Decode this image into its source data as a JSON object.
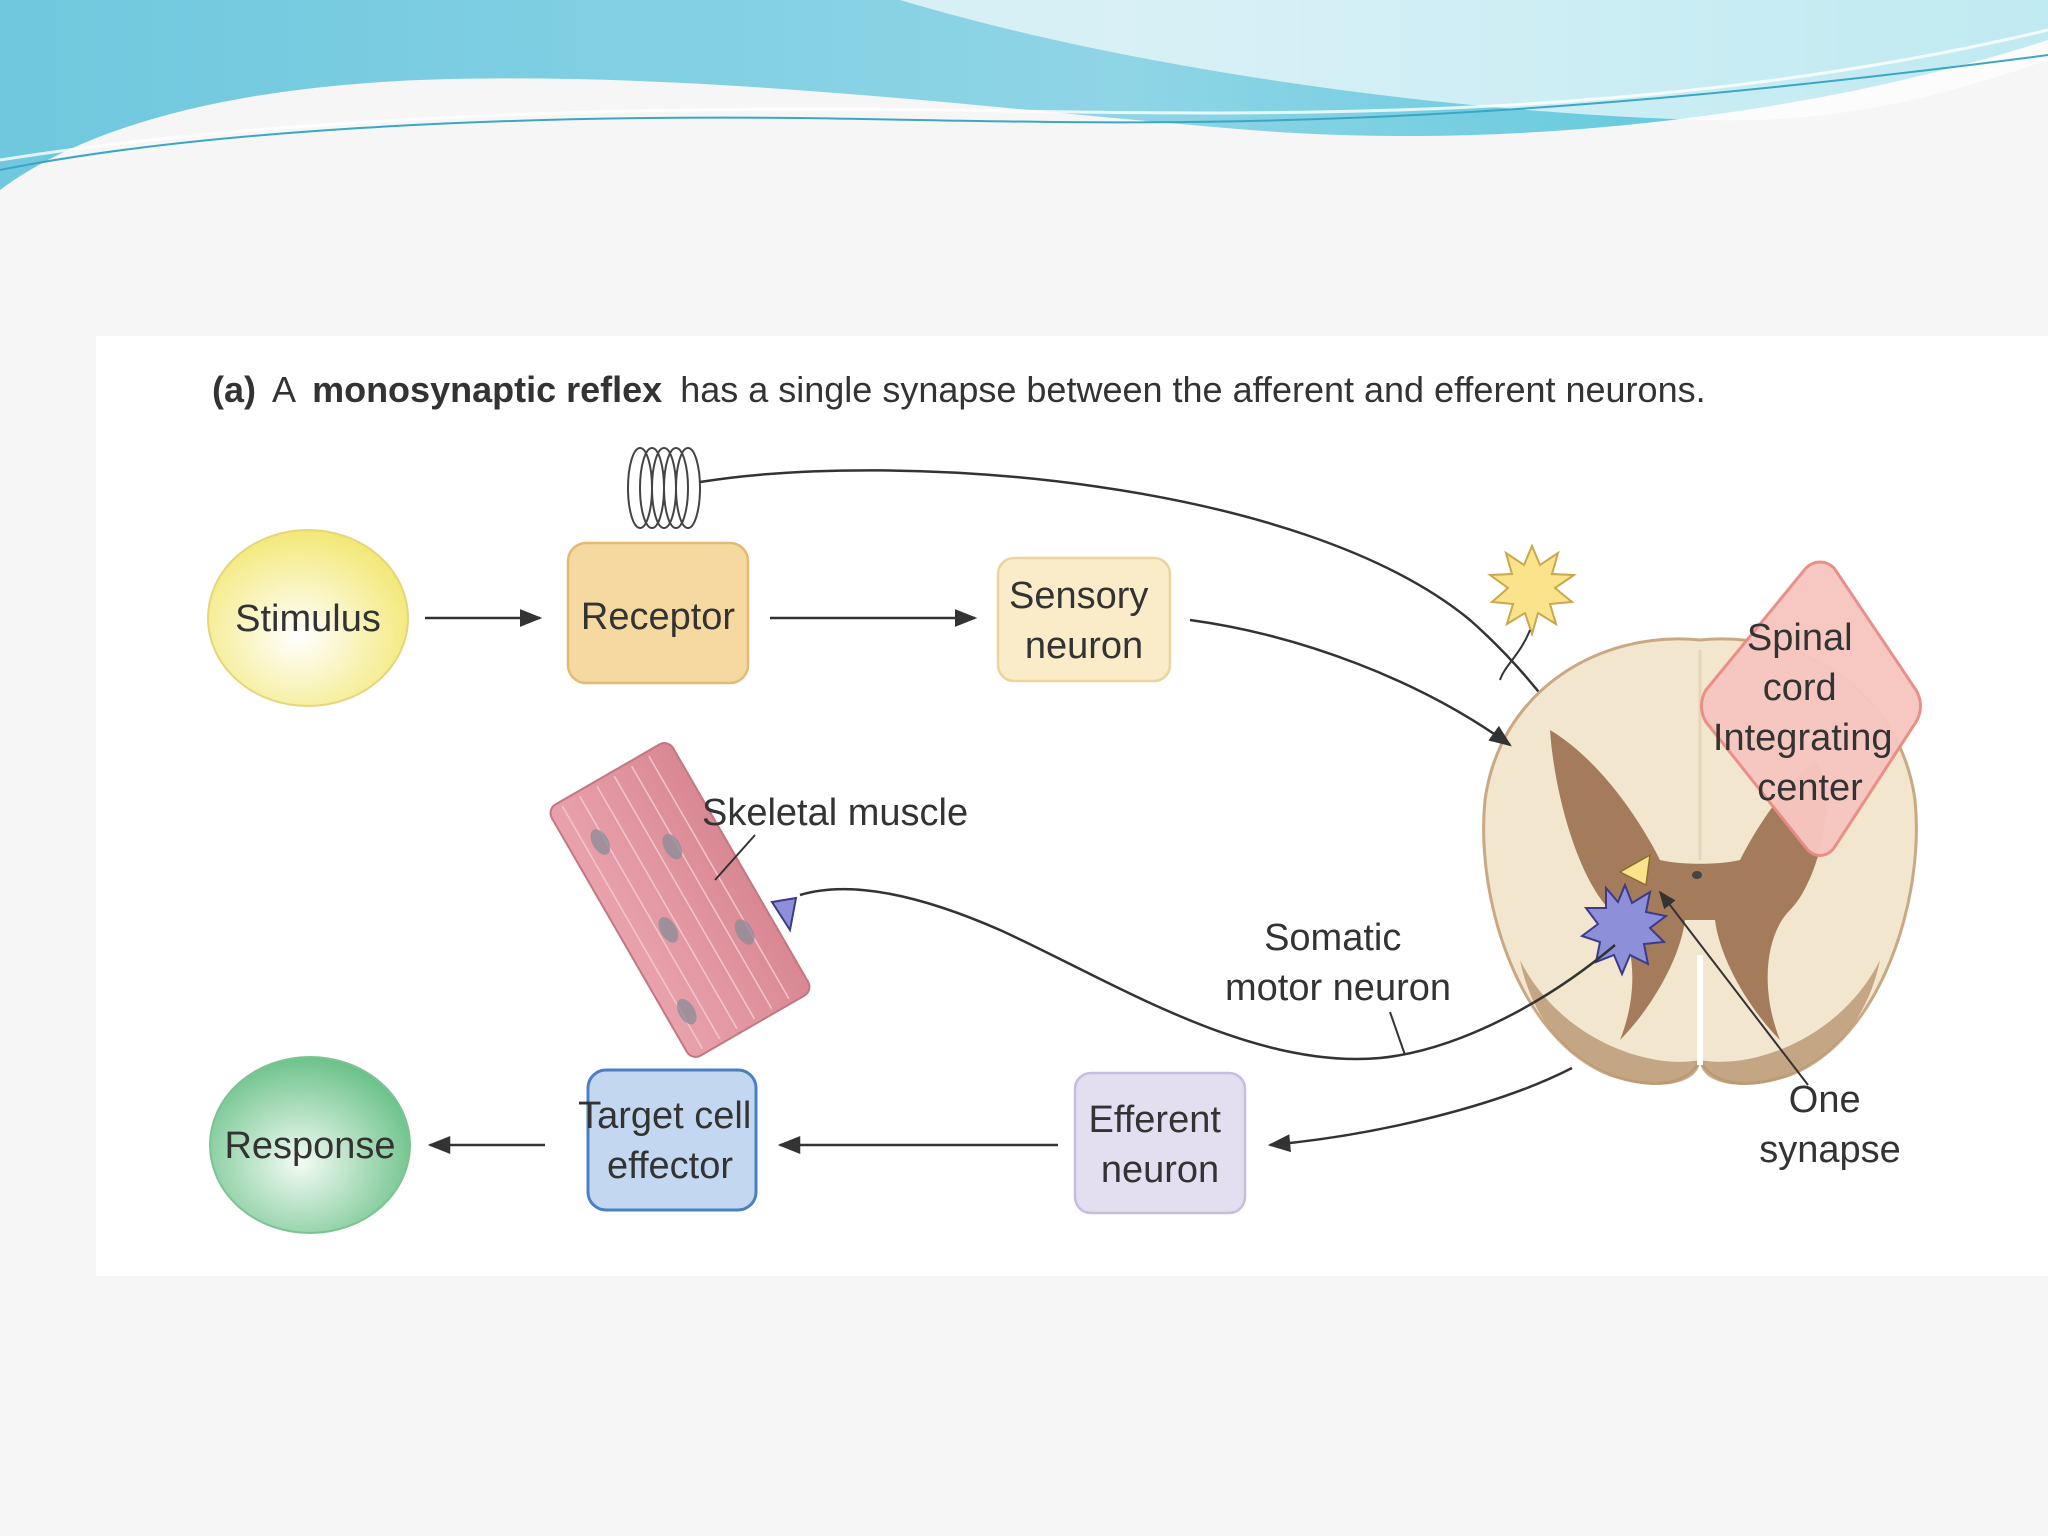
{
  "caption": {
    "prefix": "(a)",
    "lead": "A",
    "bold": "monosynaptic reflex",
    "rest": "has a single synapse between the afferent and efferent neurons."
  },
  "nodes": {
    "stimulus": "Stimulus",
    "receptor": "Receptor",
    "sensory_neuron": [
      "Sensory",
      "neuron"
    ],
    "spinal_cord": [
      "Spinal",
      "cord",
      "Integrating",
      "center"
    ],
    "efferent_neuron": [
      "Efferent",
      "neuron"
    ],
    "target_cell": [
      "Target cell",
      "effector"
    ],
    "response": "Response"
  },
  "labels": {
    "skeletal_muscle": "Skeletal muscle",
    "somatic_motor_neuron": [
      "Somatic",
      "motor neuron"
    ],
    "one_synapse": [
      "One",
      "synapse"
    ]
  },
  "colors": {
    "banner": "#5ec7dc",
    "stimulus": "#f7ef8a",
    "receptor": "#f6d9a0",
    "sensory": "#fbecc9",
    "spinal": "#f7c6c0",
    "efferent": "#e3dff0",
    "target": "#c3d8f0",
    "response": "#8fd1a4",
    "muscle": "#e9a4ad",
    "cord_gray": "#a47c5b",
    "cord_white": "#f2e6cf"
  }
}
